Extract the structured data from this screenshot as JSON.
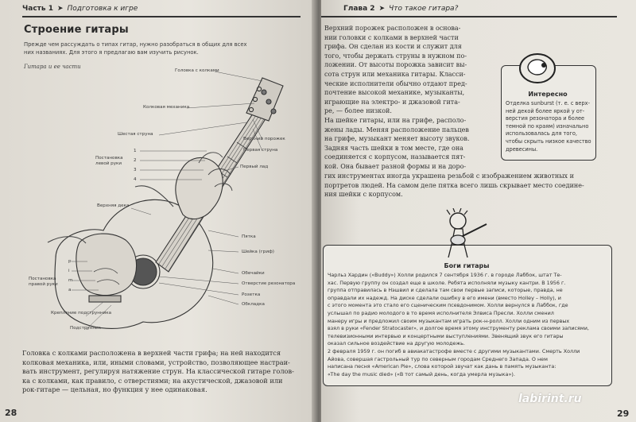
{
  "left_page": {
    "running_head": {
      "chapter": "Часть 1",
      "arrow": "➤",
      "subtitle": "Подготовка к игре"
    },
    "section_title": "Строение гитары",
    "intro": [
      "Прежде чем рассуждать о типах гитар, нужно разобраться в общих для всех",
      "них названиях. Для этого я предлагаю вам изучить рисунок."
    ],
    "figure_caption": "Гитара и ее части",
    "labels": {
      "headstock": "Головка с колками",
      "tuning_mechanism": "Колковая механика",
      "sixth_string": "Шестая струна",
      "upper_nut": "Верхний порожек",
      "first_string": "Первая струна",
      "left_hand_position": [
        "Постановка",
        "левой руки"
      ],
      "first_fret": "Первый лад",
      "finger_numbers": [
        "1",
        "2",
        "3",
        "4"
      ],
      "soundboard": "Верхняя дека",
      "heel": "Пятка",
      "neck": "Шейка (гриф)",
      "shells": "Обечайки",
      "soundhole": "Отверстие резонатора",
      "rosette": "Розетка",
      "binding": "Обкладка",
      "right_hand_position": [
        "Постановка",
        "правой руки"
      ],
      "pima": [
        "p",
        "i",
        "m",
        "a"
      ],
      "bridge_mount": "Крепление подструнника",
      "bridge": "Подструнник"
    },
    "body_lines": [
      "Головка с колками расположена в верхней части грифа; на ней находится",
      "колковая механика, или, иными словами, устройство, позволяющее настраи-",
      "вать инструмент, регулируя натяжение струн. На классической гитаре голов-",
      "ка с колками, как правило, с отверстиями; на акустической, джазовой или",
      "рок-гитаре — цельная, но функция у нее одинаковая."
    ],
    "page_number": "28"
  },
  "right_page": {
    "running_head": {
      "chapter": "Глава 2",
      "arrow": "➤",
      "subtitle": "Что такое гитара?"
    },
    "body_lines": [
      "Верхний порожек расположен в основа-",
      "нии головки с колками в верхней части",
      "грифа. Он сделан из кости и служит для",
      "того, чтобы держать струны в нужном по-",
      "ложении. От высоты порожка зависит вы-",
      "сота струн или механика гитары. Класси-",
      "ческие исполнители обычно отдают пред-",
      "почтение высокой механике, музыканты,",
      "играющие на электро- и джазовой гита-",
      "ре, — более низкой.",
      "На шейке гитары, или на грифе, располо-",
      "жены лады. Меняя расположение пальцев",
      "на грифе, музыкант меняет высоту звуков.",
      "Задняя часть шейки в том месте, где она",
      "соединяется с корпусом, называется пят-",
      "кой. Она бывает разной формы и на доро-",
      "гих инструментах иногда украшена резьбой с изображением животных и",
      "портретов людей. На самом деле пятка всего лишь скрывает место соедине-",
      "ния шейки с корпусом."
    ],
    "note_box": {
      "title": "Интересно",
      "lines": [
        "Отделка sunburst (т. е. с верх-",
        "ней декой более яркой у от-",
        "верстия резонатора и более",
        "темной по краям) изначально",
        "использовалась для того,",
        "чтобы скрыть низкое качество",
        "древесины."
      ]
    },
    "gods_box": {
      "title": "Боги гитары",
      "lines": [
        "Чарльз Хардин («Buddy») Холли родился 7 сентября 1936 г. в городе Лаббок, штат Те-",
        "хас. Первую группу он создал еще в школе. Ребята исполняли музыку кантри. В 1956 г.",
        "группа отправилась в Нэшвил и сделала там свои первые записи, которые, правда, не",
        "оправдали их надежд. На диске сделали ошибку в его имени (вместо Holley – Holly), и",
        "с этого момента это стало его сценическим псевдонимом. Холли вернулся в Лаббок, где",
        "услышал по радио молодого в то время исполнителя Элвиса Пресли. Холли сменил",
        "манеру игры и предложил своим музыкантам играть рок-н-ролл. Холли одним из первых",
        "взял в руки «Fender Stratocaster», и долгое время этому инструменту реклама своими записями,",
        "телевизионными интервью и концертными выступлениями. Звенящий звук его гитары",
        "оказал сильное воздействие на другую молодежь.",
        "2 февраля 1959 г. он погиб в авиакатастрофе вместе с другими музыкантами. Смерть Холли",
        "Айова, совершая гастрольный тур по северным городам Среднего Запада. О нем",
        "написана песня «American Pie», слова которой звучат как дань в память музыканта:",
        "«The day the music died» («В тот самый день, когда умерла музыка»)."
      ]
    },
    "page_number": "29"
  },
  "watermark": "labirint.ru"
}
